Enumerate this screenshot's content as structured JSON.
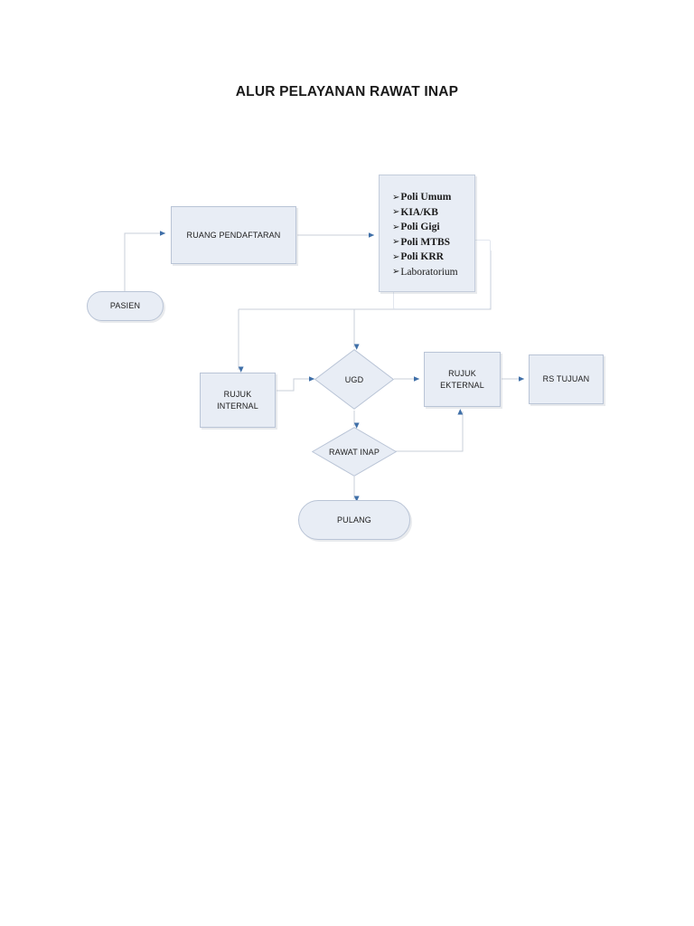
{
  "document": {
    "title": "ALUR PELAYANAN RAWAT INAP"
  },
  "colors": {
    "node_fill": "#e8edf5",
    "node_border": "#b9c4d6",
    "connector": "#c9cfd9",
    "arrowhead": "#3f6fa8",
    "text": "#1c1c1c",
    "title_text": "#1a1a1a",
    "outline_box_border": "#e2e7ef"
  },
  "flowchart": {
    "type": "flowchart",
    "nodes": {
      "pasien": {
        "label": "PASIEN",
        "shape": "pill"
      },
      "ruang_pendaftaran": {
        "label": "RUANG PENDAFTARAN",
        "shape": "rectangle"
      },
      "poli_box": {
        "shape": "rectangle-list",
        "bullet": "➢",
        "items": [
          "Poli Umum",
          "KIA/KB",
          "Poli Gigi",
          "Poli MTBS",
          "Poli KRR",
          "Laboratorium"
        ]
      },
      "rujuk_internal": {
        "label": "RUJUK\nINTERNAL",
        "shape": "rectangle"
      },
      "ugd": {
        "label": "UGD",
        "shape": "diamond"
      },
      "rawat_inap": {
        "label": "RAWAT INAP",
        "shape": "diamond"
      },
      "rujuk_ekternal": {
        "label": "RUJUK\nEKTERNAL",
        "shape": "rectangle"
      },
      "rs_tujuan": {
        "label": "RS TUJUAN",
        "shape": "rectangle"
      },
      "pulang": {
        "label": "PULANG",
        "shape": "roundrect"
      }
    },
    "edges": [
      {
        "from": "pasien",
        "to": "ruang_pendaftaran"
      },
      {
        "from": "ruang_pendaftaran",
        "to": "poli_box"
      },
      {
        "from": "poli_box",
        "to": "rujuk_internal"
      },
      {
        "from": "poli_box",
        "to": "ugd"
      },
      {
        "from": "rujuk_internal",
        "to": "ugd"
      },
      {
        "from": "ugd",
        "to": "rujuk_ekternal"
      },
      {
        "from": "ugd",
        "to": "rawat_inap"
      },
      {
        "from": "rawat_inap",
        "to": "rujuk_ekternal"
      },
      {
        "from": "rawat_inap",
        "to": "pulang"
      },
      {
        "from": "rujuk_ekternal",
        "to": "rs_tujuan"
      }
    ]
  }
}
